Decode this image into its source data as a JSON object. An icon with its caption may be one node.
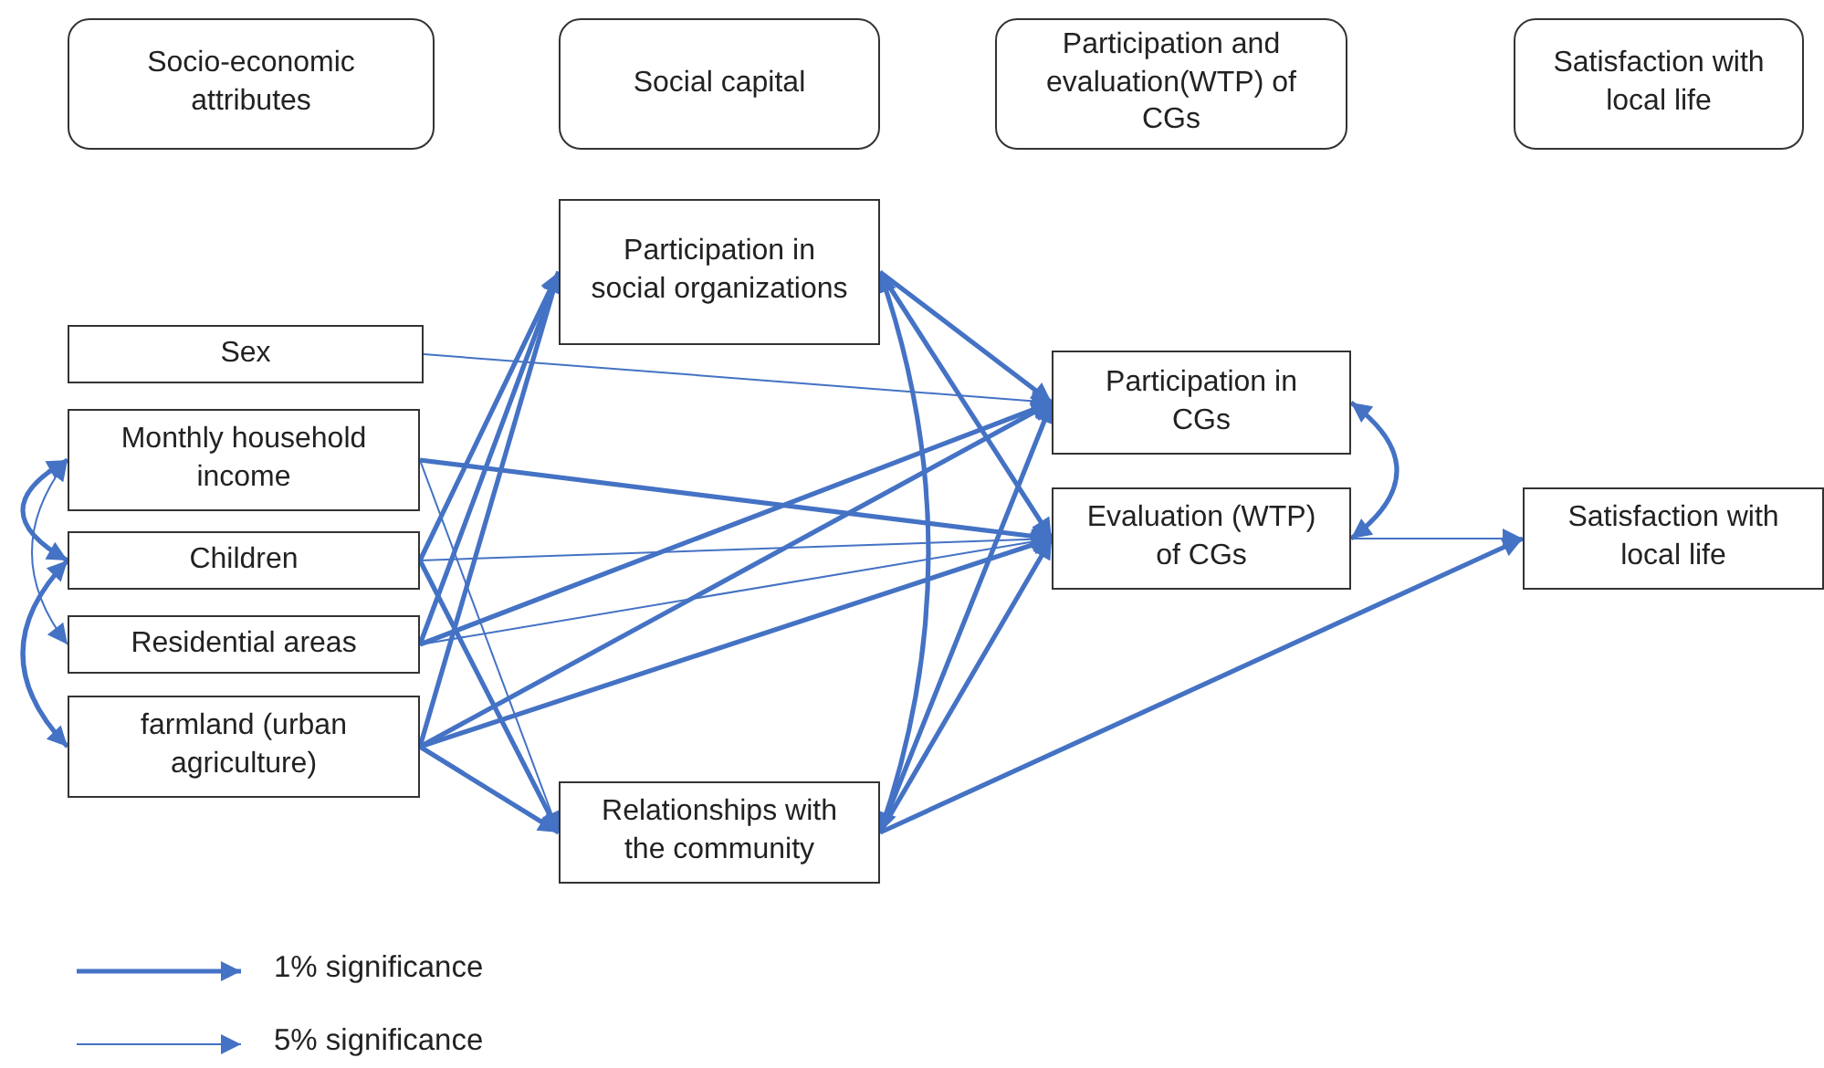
{
  "diagram": {
    "nodes": [
      {
        "text": [
          "Socio-economic attributes"
        ]
      },
      {
        "text": [
          "Social capital"
        ]
      },
      {
        "text": [
          "Participation and evaluation(WTP) of CGs"
        ]
      },
      {
        "text": [
          "Satisfaction with local life"
        ]
      },
      {
        "text": [
          "Participation in social organizations"
        ]
      },
      {
        "text": [
          "Sex"
        ]
      },
      {
        "text": [
          "Monthly household income"
        ]
      },
      {
        "text": [
          "Children"
        ]
      },
      {
        "text": [
          "Residential areas"
        ]
      },
      {
        "text": [
          "farmland (urban agriculture)"
        ]
      },
      {
        "text": [
          "Participation in CGs"
        ]
      },
      {
        "text": [
          "Evaluation (WTP) of CGs"
        ]
      },
      {
        "text": [
          "Satisfaction with local life"
        ]
      },
      {
        "text": [
          "Relationships with the community"
        ]
      }
    ],
    "edges": [
      {
        "from": 5,
        "to": 10,
        "arrow": "to"
      },
      {
        "from": 6,
        "to": 11,
        "arrow": "to"
      },
      {
        "from": 6,
        "to": 13,
        "arrow": "to"
      },
      {
        "from": 7,
        "to": 4,
        "arrow": "to"
      },
      {
        "from": 7,
        "to": 11,
        "arrow": "to"
      },
      {
        "from": 7,
        "to": 13,
        "arrow": "to"
      },
      {
        "from": 8,
        "to": 4,
        "arrow": "to"
      },
      {
        "from": 8,
        "to": 10,
        "arrow": "to"
      },
      {
        "from": 8,
        "to": 11,
        "arrow": "to"
      },
      {
        "from": 9,
        "to": 4,
        "arrow": "to"
      },
      {
        "from": 9,
        "to": 10,
        "arrow": "to"
      },
      {
        "from": 9,
        "to": 11,
        "arrow": "to"
      },
      {
        "from": 9,
        "to": 13,
        "arrow": "to"
      },
      {
        "from": 4,
        "to": 10,
        "arrow": "to"
      },
      {
        "from": 4,
        "to": 11,
        "arrow": "to"
      },
      {
        "from": 13,
        "to": 10,
        "arrow": "to"
      },
      {
        "from": 13,
        "to": 11,
        "arrow": "to"
      },
      {
        "from": 13,
        "to": 12,
        "arrow": "to"
      },
      {
        "from": 4,
        "to": 13,
        "arrow": "both"
      },
      {
        "from": 10,
        "to": 11,
        "arrow": "both"
      },
      {
        "from": 11,
        "to": 12,
        "arrow": "to"
      },
      {
        "from": 6,
        "to": 7,
        "arrow": "both"
      },
      {
        "from": 6,
        "to": 8,
        "arrow": "both"
      },
      {
        "from": 7,
        "to": 9,
        "arrow": "both"
      }
    ],
    "legend": [
      {
        "text": "1% significance"
      },
      {
        "text": "5% significance"
      }
    ]
  }
}
